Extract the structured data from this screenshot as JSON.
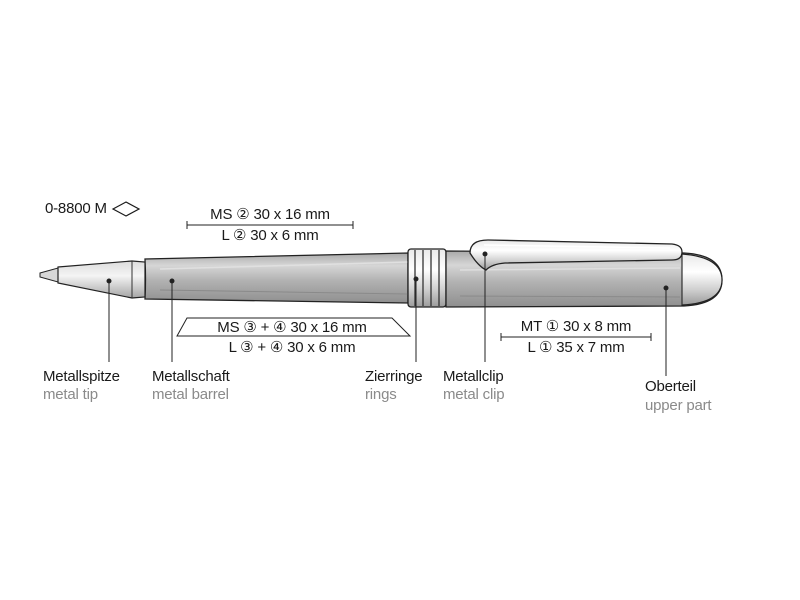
{
  "model": {
    "code": "0-8800 M",
    "icon": "diamond-outline-icon"
  },
  "imprints": {
    "clip_area": {
      "line1": "MS ② 30 x 16 mm",
      "line2": "L ② 30 x 6 mm"
    },
    "barrel_area": {
      "line1": "MS ③ + ④ 30 x 16 mm",
      "line2": "L ③ + ④ 30 x 6 mm"
    },
    "clip_imprint": {
      "line1": "MT ① 30 x 8 mm",
      "line2": "L ① 35 x 7 mm"
    }
  },
  "parts": [
    {
      "de": "Metallspitze",
      "en": "metal tip"
    },
    {
      "de": "Metallschaft",
      "en": "metal barrel"
    },
    {
      "de": "Zierringe",
      "en": "rings"
    },
    {
      "de": "Metallclip",
      "en": "metal clip"
    },
    {
      "de": "Oberteil",
      "en": "upper part"
    }
  ],
  "colors": {
    "label_primary": "#1a1a1a",
    "label_secondary": "#8a8a8a",
    "pen_body": "#b9b9b9",
    "outline": "#222222"
  }
}
